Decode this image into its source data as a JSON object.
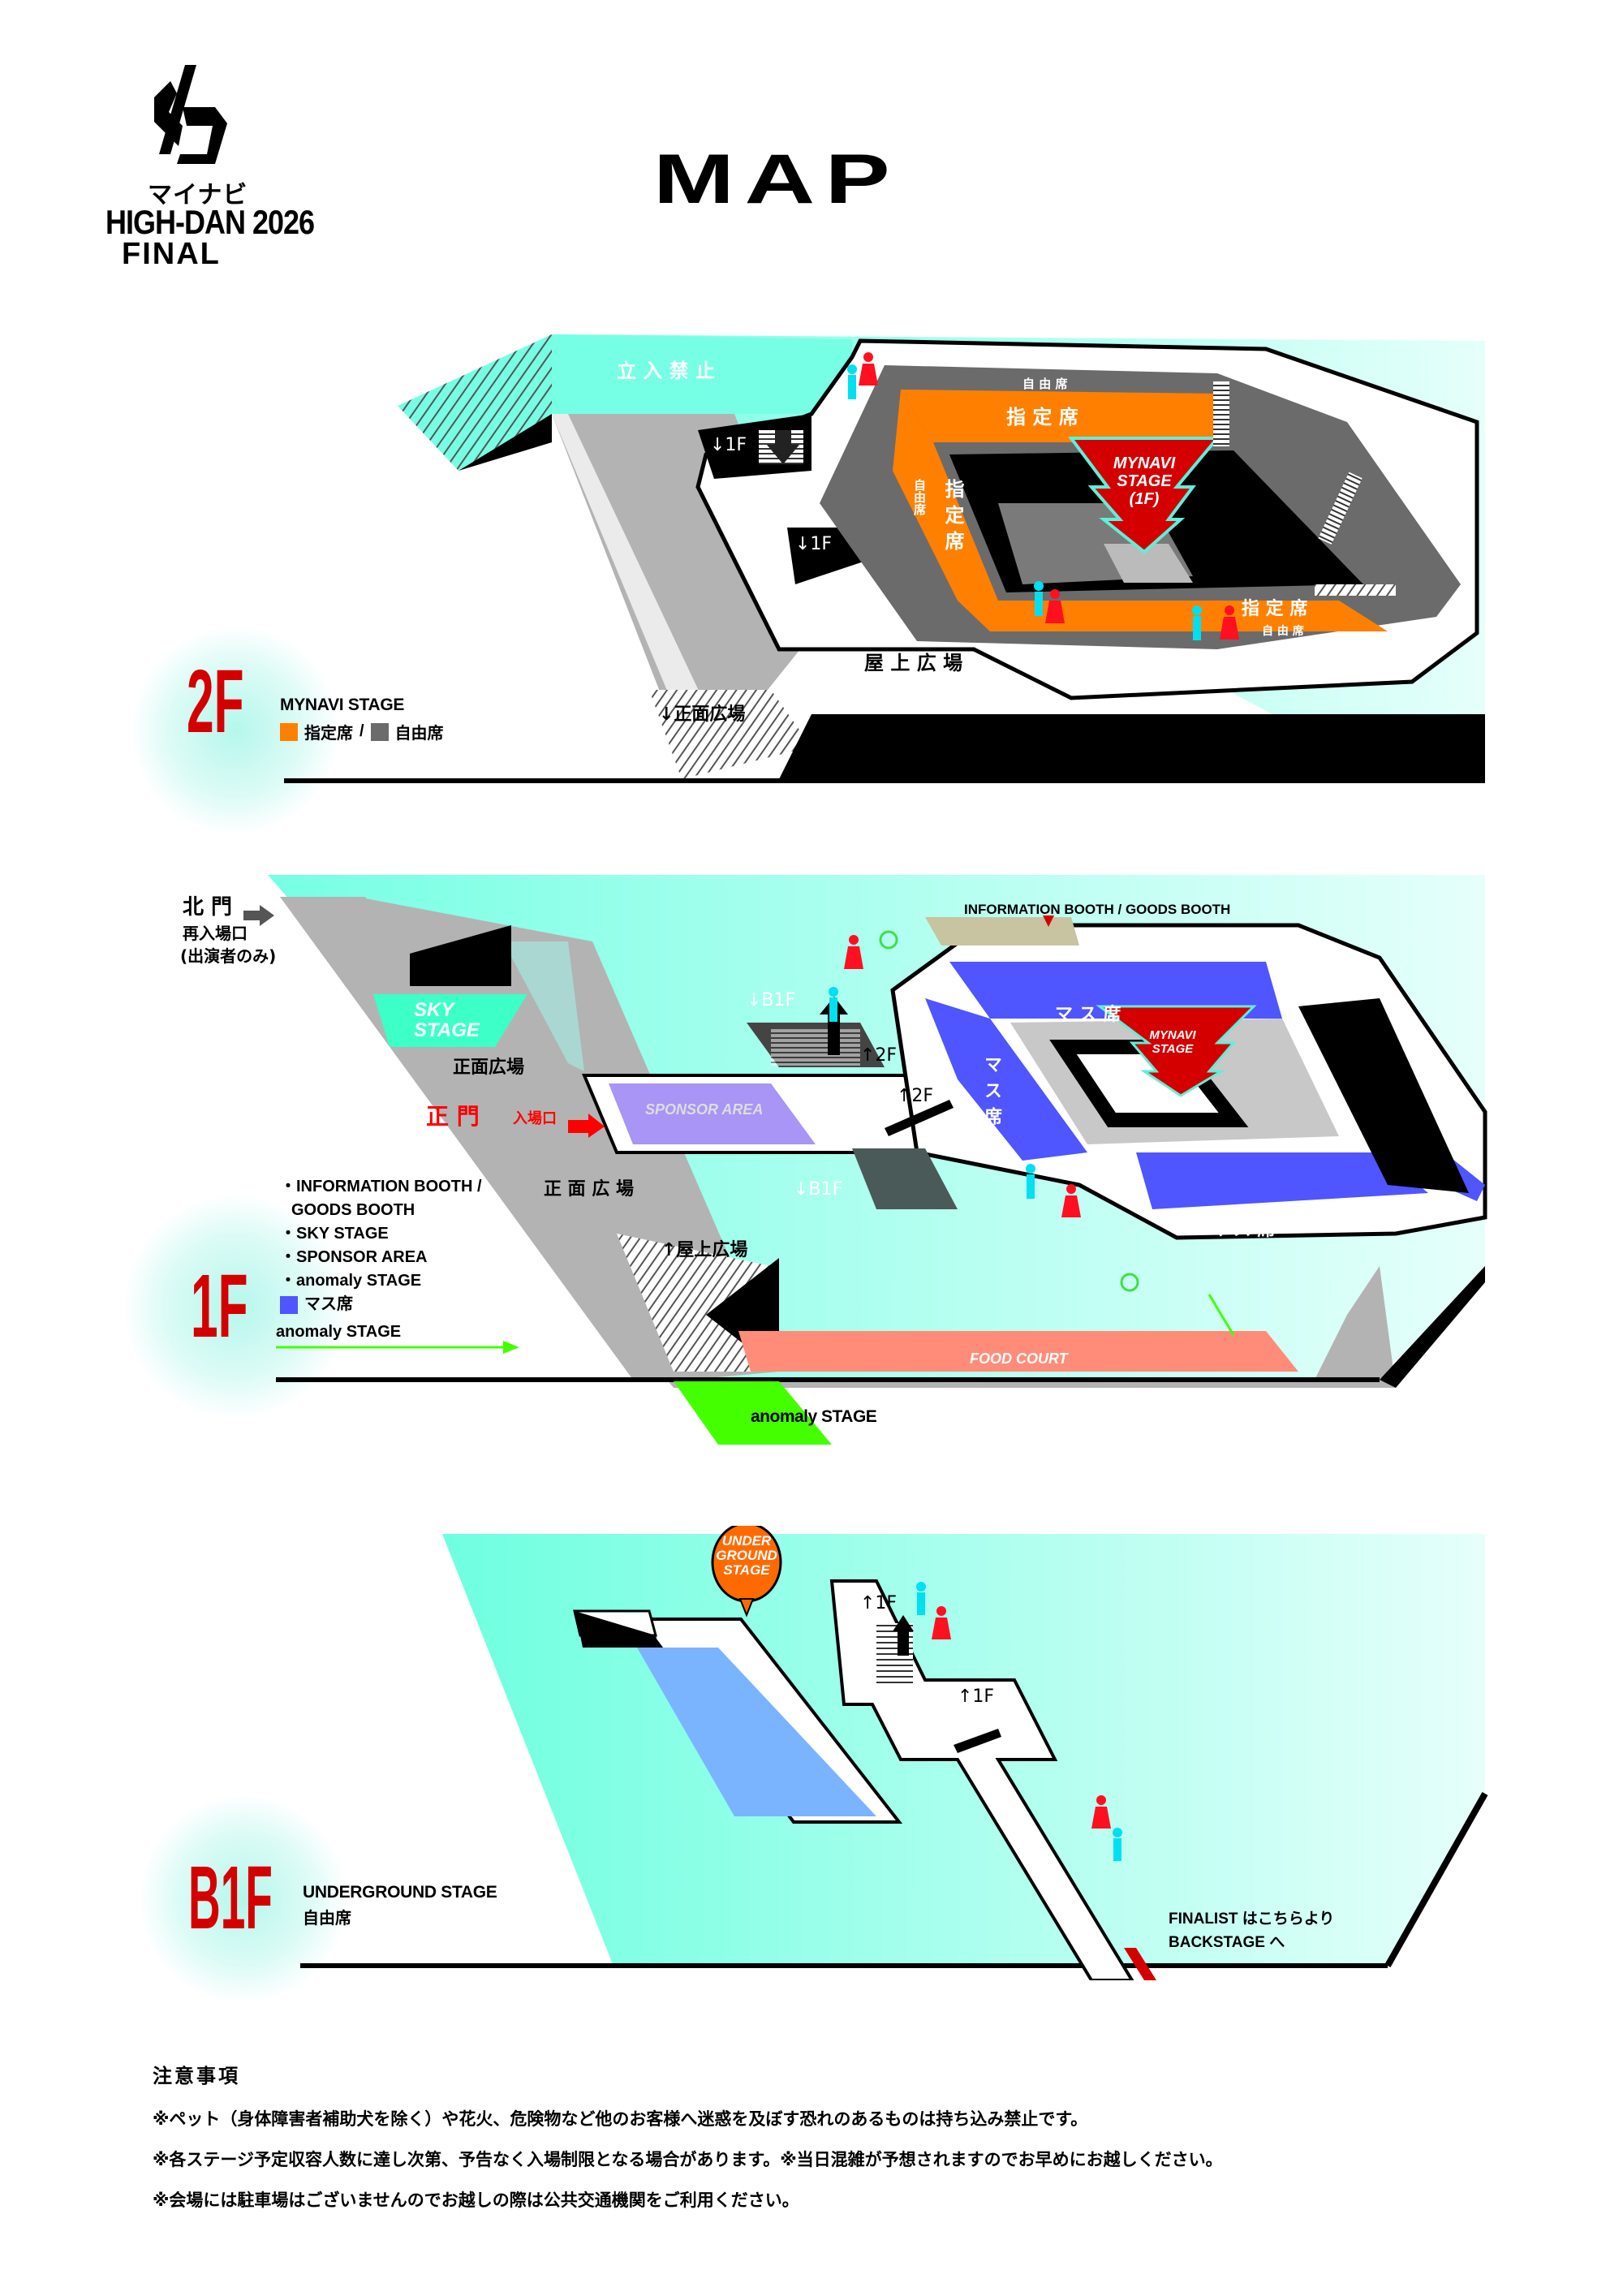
{
  "header": {
    "logo": {
      "brand": "マイナビ",
      "event": "HIGH-DAN 2026",
      "edition": "FINAL"
    },
    "title": "MAP"
  },
  "colors": {
    "accent_red": "#d40000",
    "teal": "#76ffe4",
    "reserved_orange": "#ff8000",
    "free_gray": "#6b6b6b",
    "masu_blue": "#4f55ff",
    "sponsor_purple": "#a895f5",
    "food_salmon": "#ff8c78",
    "anomaly_green": "#44ff00",
    "underground_orange": "#ff6a00",
    "b1_floor_blue": "#7ab4ff",
    "info_booth_khaki": "#c8c3a0"
  },
  "floors": {
    "f2": {
      "label": "2F",
      "legend_title": "MYNAVI STAGE",
      "legend": [
        {
          "swatch": "#ff8000",
          "label": "指定席"
        },
        {
          "separator": "/"
        },
        {
          "swatch": "#6b6b6b",
          "label": "自由席"
        }
      ],
      "map_labels": {
        "restricted": "立 入 禁 止",
        "down_1f_a": "↓1F",
        "down_1f_b": "↓1F",
        "free_top": "自 由 席",
        "reserved_top": "指 定 席",
        "free_left": "自由席",
        "reserved_left": "指定席",
        "reserved_bottom": "指 定 席",
        "free_bottom": "自 由 席",
        "stage_line1": "MYNAVI",
        "stage_line2": "STAGE",
        "stage_line3": "(1F)",
        "rooftop": "屋 上 広 場",
        "to_front_plaza": "↓正面広場"
      }
    },
    "f1": {
      "label": "1F",
      "legend": [
        "・INFORMATION BOOTH /",
        "GOODS BOOTH",
        "・SKY STAGE",
        "・SPONSOR AREA",
        "・anomaly STAGE"
      ],
      "legend_seat": {
        "swatch": "#4f55ff",
        "label": "マス席"
      },
      "legend_arrow_label": "anomaly STAGE",
      "map_labels": {
        "north_gate": "北 門",
        "reentry": "再入場口",
        "performers_only": "(出演者のみ)",
        "sky_stage_1": "SKY",
        "sky_stage_2": "STAGE",
        "front_plaza_top": "正面広場",
        "main_gate": "正 門",
        "entrance": "入場口",
        "sponsor_area": "SPONSOR AREA",
        "front_plaza_bottom": "正 面 広 場",
        "to_rooftop": "↑屋上広場",
        "down_b1f_top": "↓B1F",
        "up_2f_a": "↑2F",
        "up_2f_b": "↑2F",
        "down_b1f_bottom": "↓B1F",
        "info_booth": "INFORMATION BOOTH / GOODS BOOTH",
        "masu_top": "マ ス 席",
        "masu_left": "マス席",
        "masu_bottom": "マ ス 席",
        "stage_line1": "MYNAVI",
        "stage_line2": "STAGE",
        "food_court": "FOOD COURT",
        "anomaly_stage": "anomaly STAGE"
      }
    },
    "b1f": {
      "label": "B1F",
      "legend_title": "UNDERGROUND STAGE",
      "legend_sub": "自由席",
      "map_labels": {
        "bubble_line1": "UNDER",
        "bubble_line2": "GROUND",
        "bubble_line3": "STAGE",
        "up_1f_a": "↑1F",
        "up_1f_b": "↑1F",
        "finalist_line1": "FINALIST はこちらより",
        "finalist_line2": "BACKSTAGE へ"
      }
    }
  },
  "notes": {
    "title": "注意事項",
    "items": [
      "※ペット（身体障害者補助犬を除く）や花火、危険物など他のお客様へ迷惑を及ぼす恐れのあるものは持ち込み禁止です。",
      "※各ステージ予定収容人数に達し次第、予告なく入場制限となる場合があります。※当日混雑が予想されますのでお早めにお越しください。",
      "※会場には駐車場はございませんのでお越しの際は公共交通機関をご利用ください。"
    ]
  }
}
